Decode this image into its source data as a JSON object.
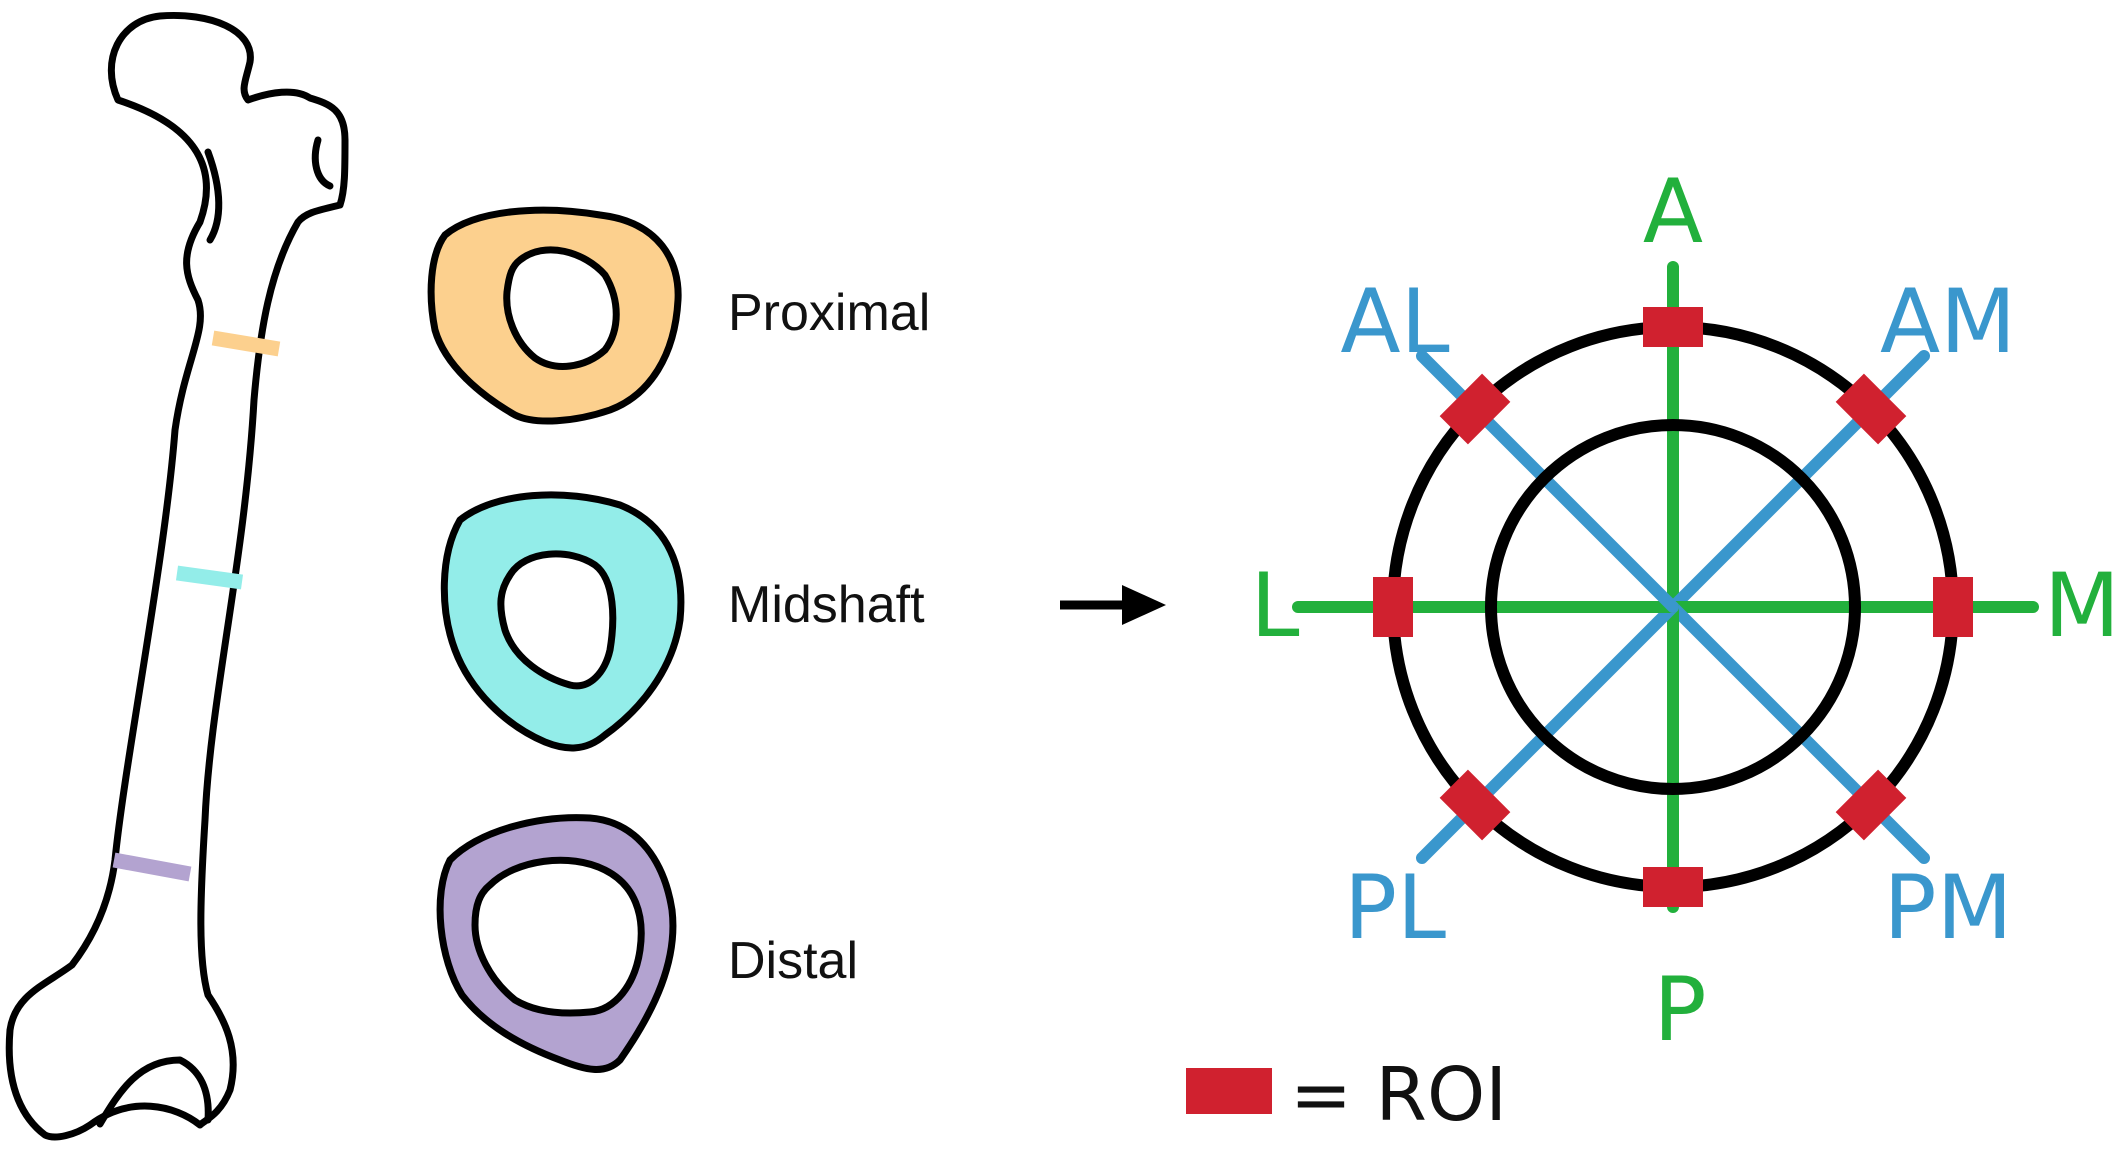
{
  "sections": [
    {
      "id": "proximal",
      "label": "Proximal"
    },
    {
      "id": "midshaft",
      "label": "Midshaft"
    },
    {
      "id": "distal",
      "label": "Distal"
    }
  ],
  "directions": [
    {
      "id": "A",
      "label": "A",
      "group": "cardinal"
    },
    {
      "id": "AM",
      "label": "AM",
      "group": "diagonal"
    },
    {
      "id": "M",
      "label": "M",
      "group": "cardinal"
    },
    {
      "id": "PM",
      "label": "PM",
      "group": "diagonal"
    },
    {
      "id": "P",
      "label": "P",
      "group": "cardinal"
    },
    {
      "id": "PL",
      "label": "PL",
      "group": "diagonal"
    },
    {
      "id": "L",
      "label": "L",
      "group": "cardinal"
    },
    {
      "id": "AL",
      "label": "AL",
      "group": "diagonal"
    }
  ],
  "legend": {
    "text": "= ROI"
  },
  "colors": {
    "proximal": "#fcd08e",
    "midshaft": "#93ede9",
    "distal": "#b3a3d0",
    "cardinal": "#22b03c",
    "diagonal": "#3a97cd",
    "roi": "#d0212f",
    "outline": "#000000"
  }
}
